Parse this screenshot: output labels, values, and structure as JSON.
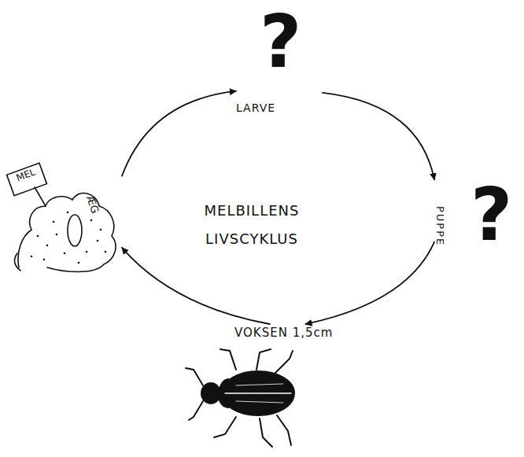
{
  "diagram": {
    "title": "MELBILLENS LIVSCYKLUS",
    "nodes": [
      {
        "text": [
          "?",
          "LARVE"
        ]
      },
      {
        "text": [
          "PUPPE",
          "?"
        ]
      },
      {
        "text": [
          "VOKSEN 1,5cm"
        ]
      },
      {
        "text": [
          "MEL",
          "ÆG"
        ]
      }
    ],
    "edges": [
      {
        "from": 0,
        "to": 1,
        "arrow": "to"
      },
      {
        "from": 1,
        "to": 2,
        "arrow": "to"
      },
      {
        "from": 2,
        "to": 3,
        "arrow": "to"
      },
      {
        "from": 3,
        "to": 0,
        "arrow": "to"
      }
    ]
  }
}
